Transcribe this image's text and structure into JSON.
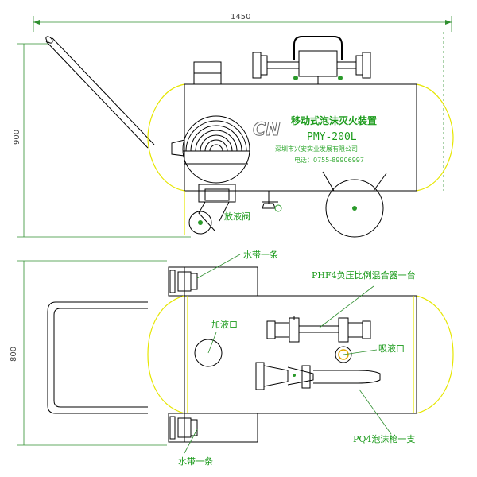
{
  "dimensions": {
    "top_length": "1450",
    "side_height": "900",
    "bottom_width": "800"
  },
  "brand": {
    "logo": "CN",
    "title": "移动式泡沫灭火装置",
    "model": "PMY-200L",
    "company": "深圳市兴安实业发展有限公司",
    "phone": "电话：0755-89906997"
  },
  "labels": {
    "drain_valve": "放液阀",
    "hose_top": "水带一条",
    "hose_bottom": "水带一条",
    "mixer": "PHF4负压比例混合器一台",
    "fill_port": "加液口",
    "suction_port": "吸液口",
    "foam_gun": "PQ4泡沫枪一支"
  },
  "colors": {
    "tank_outline": "#e6e600",
    "label_text": "#1a9a1a",
    "guide_lines": "#2f8f2f"
  }
}
